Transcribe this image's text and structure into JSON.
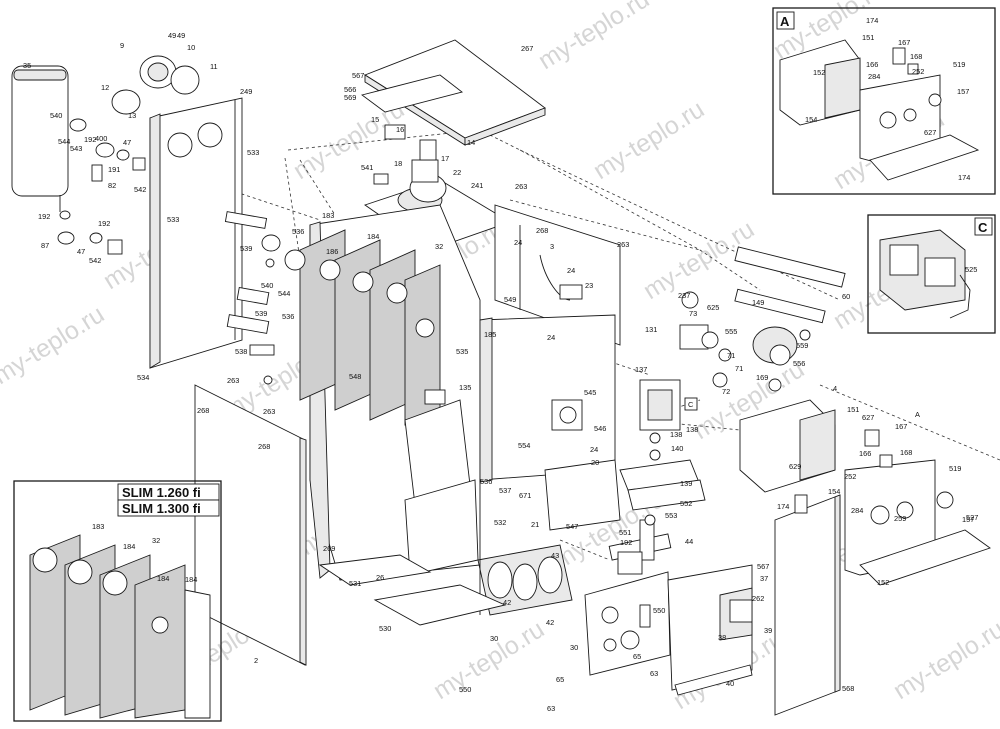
{
  "watermark": "my-teplo.ru",
  "insets": {
    "a": {
      "letter": "A"
    },
    "c": {
      "letter": "C"
    },
    "slim": {
      "models": [
        "SLIM 1.260 fi",
        "SLIM 1.300 fi"
      ]
    }
  },
  "callouts": {
    "c": "C",
    "a": "A"
  },
  "labels": [
    "35",
    "49",
    "49",
    "9",
    "10",
    "11",
    "12",
    "13",
    "400",
    "192",
    "47",
    "540",
    "544",
    "543",
    "191",
    "82",
    "542",
    "192",
    "192",
    "87",
    "47",
    "542",
    "249",
    "533",
    "533",
    "539",
    "536",
    "540",
    "544",
    "539",
    "536",
    "538",
    "534",
    "263",
    "268",
    "263",
    "268",
    "267",
    "567",
    "566",
    "569",
    "15",
    "14",
    "16",
    "541",
    "18",
    "17",
    "22",
    "241",
    "183",
    "184",
    "186",
    "548",
    "535",
    "185",
    "32",
    "135",
    "536",
    "537",
    "671",
    "532",
    "269",
    "531",
    "26",
    "530",
    "263",
    "268",
    "24",
    "263",
    "3",
    "24",
    "23",
    "549",
    "24",
    "545",
    "554",
    "546",
    "24",
    "20",
    "21",
    "547",
    "60",
    "149",
    "237",
    "73",
    "625",
    "131",
    "555",
    "71",
    "559",
    "71",
    "556",
    "72",
    "169",
    "137",
    "138",
    "138",
    "140",
    "139",
    "552",
    "553",
    "192",
    "551",
    "44",
    "43",
    "42",
    "42",
    "30",
    "550",
    "65",
    "63",
    "567",
    "37",
    "262",
    "38",
    "39",
    "40",
    "568",
    "4",
    "151",
    "627",
    "167",
    "166",
    "168",
    "252",
    "284",
    "519",
    "152",
    "157",
    "174",
    "629",
    "154",
    "259",
    "527",
    "174",
    "151",
    "167",
    "166",
    "168",
    "284",
    "252",
    "519",
    "152",
    "627",
    "174",
    "157",
    "154",
    "525",
    "2",
    "183",
    "184",
    "32",
    "184",
    "184",
    "30",
    "550",
    "65",
    "63",
    "A"
  ]
}
